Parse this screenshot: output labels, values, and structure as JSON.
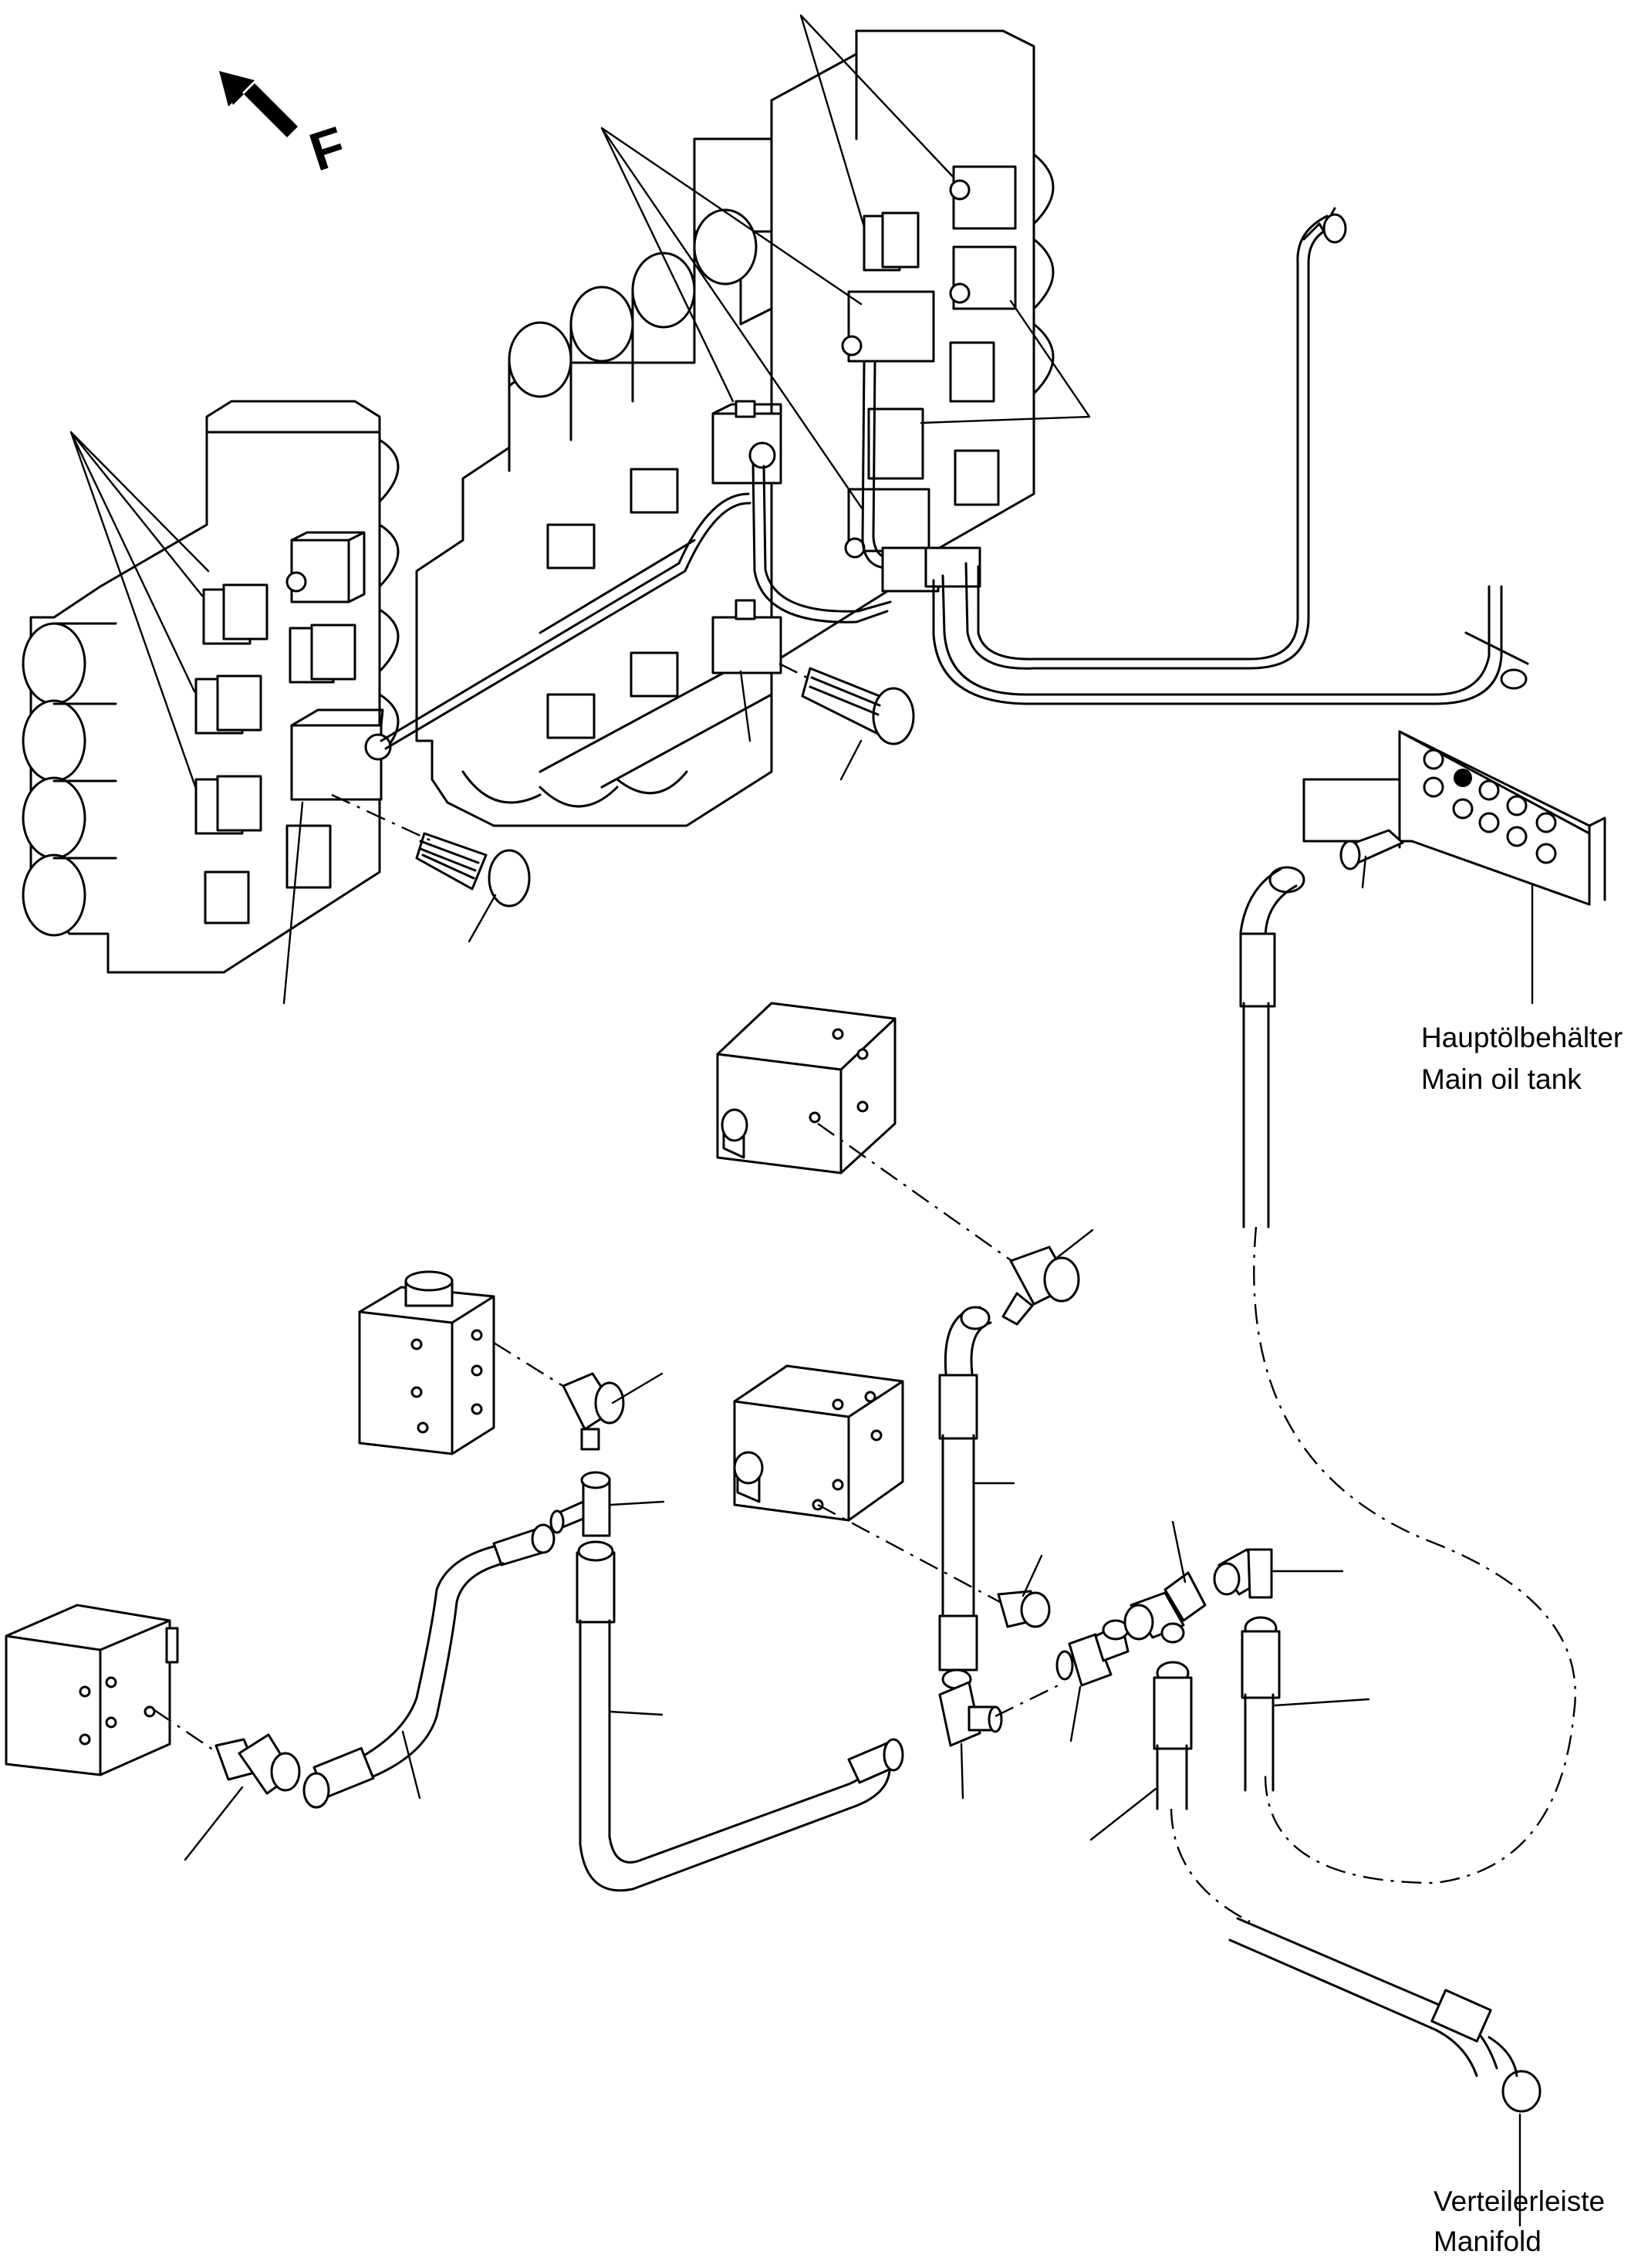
{
  "direction_marker": {
    "letter": "F",
    "arrow_icon": "arrow-up-left-icon"
  },
  "labels": {
    "main_oil_tank_de": "Hauptölbehälter",
    "main_oil_tank_en": "Main oil tank",
    "manifold_de": "Verteilerleiste",
    "manifold_en": "Manifold"
  }
}
